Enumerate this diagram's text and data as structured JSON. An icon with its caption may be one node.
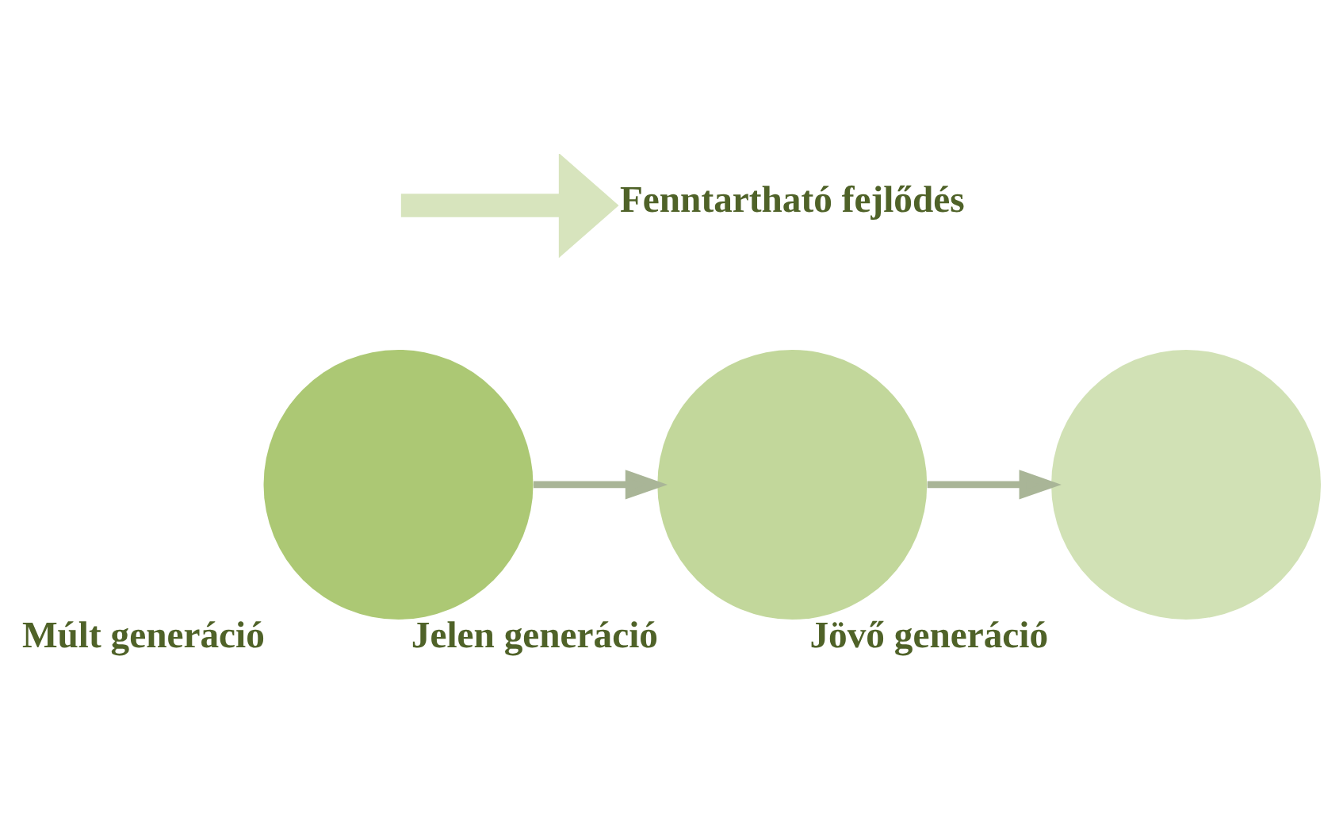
{
  "diagram": {
    "nodes": [
      {
        "text": [],
        "shape": "circle",
        "beside": [
          "Múlt generáció"
        ]
      },
      {
        "text": [],
        "shape": "circle",
        "beside": [
          "Jelen generáció"
        ]
      },
      {
        "text": [],
        "shape": "circle",
        "beside": [
          "Jövő generáció"
        ]
      },
      {
        "text": [
          "Fenntartható fejlődés"
        ]
      }
    ],
    "edges": [
      {
        "from": 0,
        "to": 1,
        "arrow": "to"
      },
      {
        "from": 1,
        "to": 2,
        "arrow": "to"
      },
      {
        "from": null,
        "to": 3,
        "arrow": "to",
        "style": "thick",
        "color": "#d7e4bd"
      }
    ]
  }
}
